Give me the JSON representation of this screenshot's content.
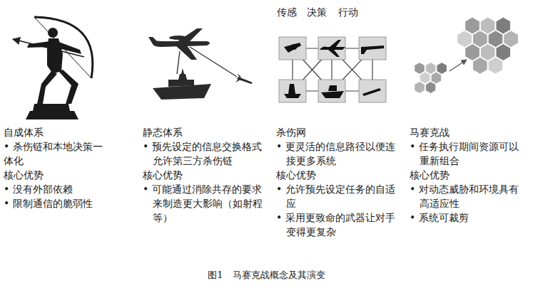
{
  "diagram": {
    "caption": "图1　马赛克战概念及其演变",
    "labels": [
      "自成体系",
      "• 杀伤链和本地决策一体化",
      "核心优势",
      "• 没有外部依赖",
      "• 限制通信的脆弱性",
      "静态体系",
      "• 预先设定的信息交换格式允许第三方杀伤链",
      "核心优势",
      "• 可能通过消除共存的要求来制造更大影响（如射程等）",
      "杀伤网",
      "• 更灵活的信息路径以便连接更多系统",
      "核心优势",
      "• 允许预先设定任务的自适应",
      "• 采用更致命的武器让对手变得更复杂",
      "马赛克战",
      "• 任务执行期间资源可以重新组合",
      "核心优势",
      "• 对动态威胁和环境具有高适应性",
      "• 系统可裁剪",
      "传感",
      "决策",
      "行动"
    ]
  }
}
